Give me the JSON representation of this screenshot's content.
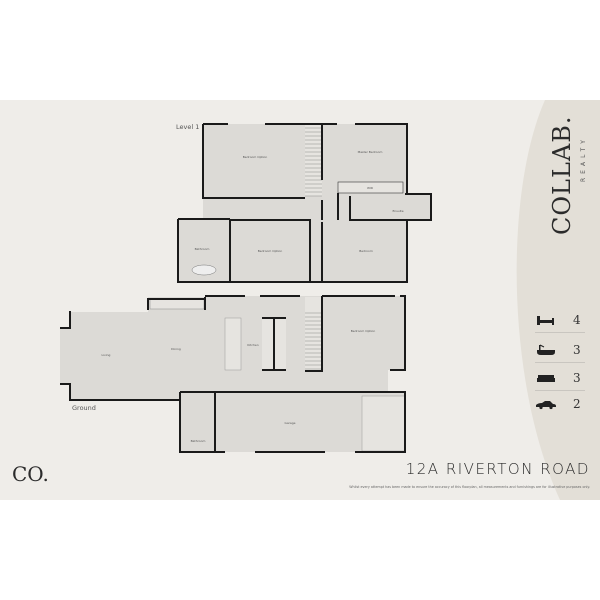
{
  "brand": {
    "name": "COLLAB.",
    "subtitle": "REALTY",
    "monogram": "CO."
  },
  "levels": {
    "level1": {
      "label": "Level 1",
      "rooms": [
        "Bedroom Option",
        "Master Bedroom",
        "WIR",
        "Ensuite",
        "Bathroom",
        "Bedroom Option",
        "Bedroom"
      ]
    },
    "ground": {
      "label": "Ground",
      "rooms": [
        "Living",
        "Dining",
        "Kitchen",
        "Bedroom Option",
        "Garage",
        "Bathroom"
      ]
    }
  },
  "stats": [
    {
      "icon": "bed-icon",
      "value": "4"
    },
    {
      "icon": "bath-icon",
      "value": "3"
    },
    {
      "icon": "sofa-icon",
      "value": "3"
    },
    {
      "icon": "car-icon",
      "value": "2"
    }
  ],
  "address": "12A RIVERTON ROAD",
  "disclaimer": "Whilst every attempt has been made to ensure the accuracy of this floorplan, all measurements and furnishings are for illustrative purposes only.",
  "colors": {
    "background": "#efede9",
    "band": "#e3dfd7",
    "room": "#dcdad6",
    "wall": "#1a1a1a"
  }
}
